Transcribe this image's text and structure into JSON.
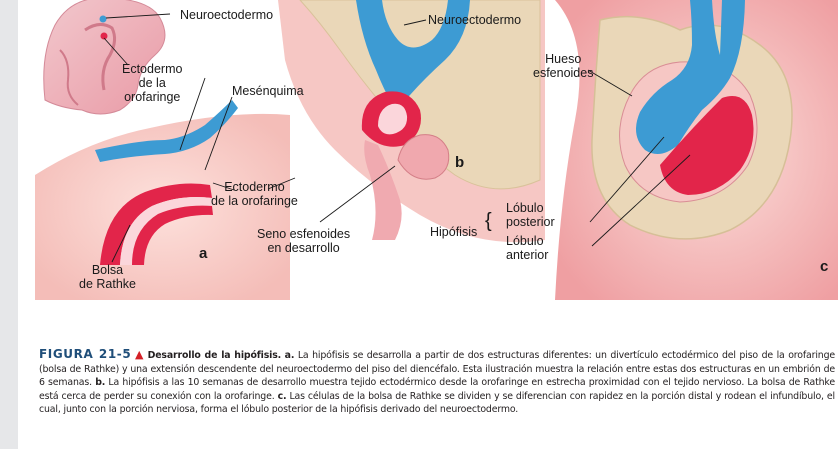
{
  "labels": {
    "neuroectodermo_a": "Neuroectodermo",
    "ectodermo_orofaringe_a": [
      "Ectodermo",
      "de la",
      "orofaringe"
    ],
    "mesenquima": "Mesénquima",
    "ectodermo_orofaringe_b": [
      "Ectodermo",
      "de la orofaringe"
    ],
    "bolsa_rathke": [
      "Bolsa",
      "de Rathke"
    ],
    "neuroectodermo_b": "Neuroectodermo",
    "seno_esfenoides": [
      "Seno esfenoides",
      "en desarrollo"
    ],
    "hueso_esfenoides": [
      "Hueso",
      "esfenoides"
    ],
    "hipofisis": "Hipófisis",
    "lobulo_posterior": [
      "Lóbulo",
      "posterior"
    ],
    "lobulo_anterior": [
      "Lóbulo",
      "anterior"
    ]
  },
  "panels": [
    "a",
    "b",
    "c"
  ],
  "caption": {
    "figure_number": "FIGURA 21-5",
    "marker": "▲",
    "title": "Desarrollo de la hipófisis.",
    "part_a_label": "a.",
    "part_a_text": "La hipófisis se desarrolla a partir de dos estructuras diferentes: un divertículo ectodérmico del piso de la orofaringe (bolsa de Rathke) y una extensión descendente del neuroectodermo del piso del diencéfalo. Esta ilustración muestra la relación entre estas dos estructuras en un embrión de 6 semanas.",
    "part_b_label": "b.",
    "part_b_text": "La hipófisis a las 10 semanas de desarrollo muestra tejido ectodérmico desde la orofaringe en estrecha proximidad con el tejido nervioso. La bolsa de Rathke está cerca de perder su conexión con la orofaringe.",
    "part_c_label": "c.",
    "part_c_text": "Las células de la bolsa de Rathke se dividen y se diferencian con rapidez en la porción distal y rodean el infundíbulo, el cual, junto con la porción nerviosa, forma el lóbulo posterior de la hipófisis derivado del neuroectodermo."
  },
  "colors": {
    "neuroectoderm_blue": "#3d9bd3",
    "ectoderm_red": "#e2254a",
    "mesenchyme_pink": "#f6c7c4",
    "bone_tan": "#ead7b8",
    "embryo_pink": "#e69aa6",
    "caption_blue": "#1f4e79",
    "marker_red": "#d42027"
  }
}
